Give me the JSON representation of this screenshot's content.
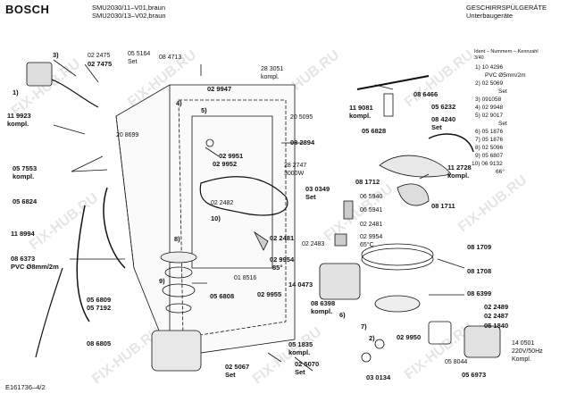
{
  "header": {
    "brand": "BOSCH",
    "models": [
      "SMU2030/11–V01,braun",
      "SMU2030/13–V02,braun"
    ],
    "category": [
      "GESCHIRRSPÜLGERÄTE",
      "Unterbaugeräte"
    ]
  },
  "ident": {
    "title": "Ident – Nummern – Kennzahl",
    "code": "3/40",
    "lines": [
      "1)  10 4296",
      "PVC  Ø5mm/2m",
      "2)  02 5069",
      "Set",
      "3)  091058",
      "4)  02 9948",
      "5)  02 9017",
      "Set",
      "6)  05 1876",
      "7)  05 1876",
      "8)  02 5096",
      "9)  05 6807",
      "10)  06 9132",
      "66°"
    ]
  },
  "parts": {
    "p02_2475": "02 2475",
    "p02_7475": "02 7475",
    "p05_5164": "05 5164",
    "set1": "Set",
    "p08_4713": "08 4713",
    "p28_3051": "28 3051",
    "kompl1": "kompl.",
    "p02_9947": "02 9947",
    "p11_9923": "11 9923",
    "kompl2": "kompl.",
    "p20_8699": "20 8699",
    "p20_5095": "20 5095",
    "p08_2894": "08 2894",
    "p02_9951": "02 9951",
    "p02_9952": "02 9952",
    "p28_2747": "28 2747",
    "w3000": "3000W",
    "p05_7553": "05 7553",
    "kompl3": "kompl.",
    "p05_6824": "05 6824",
    "p03_0349": "03 0349",
    "set2": "Set",
    "p02_2482": "02 2482",
    "p11_8994": "11 8994",
    "p02_2481a": "02 2481",
    "p02_2483": "02 2483",
    "p02_9954a": "02 9954",
    "deg85": "85°",
    "p08_6373": "08 6373",
    "pvc8": "PVC Ø8mm/2m",
    "p01_8516": "01 8516",
    "p14_0473": "14 0473",
    "p05_6809": "05 6809",
    "p05_7192": "05 7192",
    "p05_6808": "05 6808",
    "p02_9955": "02 9955",
    "p08_6398": "08 6398",
    "kompl4": "kompl.",
    "p08_6805": "08 6805",
    "p02_5067": "02 5067",
    "set3": "Set",
    "p05_1835": "05 1835",
    "kompl5": "kompl.",
    "p02_5070": "02 5070",
    "set4": "Set",
    "p03_0134": "03 0134",
    "p08_6466": "08 6466",
    "p11_9081": "11 9081",
    "kompl6": "kompl.",
    "p05_6232": "05 6232",
    "p05_6828": "05 6828",
    "p08_4240": "08 4240",
    "set5": "Set",
    "p08_1712": "08 1712",
    "p11_2728": "11 2728",
    "kompl7": "kompl.",
    "p08_1711": "08 1711",
    "p06_5940": "06 5940",
    "p06_5941": "06 5941",
    "p02_2481b": "02 2481",
    "p02_9954b": "02 9954",
    "deg65": "65°C",
    "p08_1709": "08 1709",
    "p08_1708": "08 1708",
    "p08_6399": "08 6399",
    "p02_2489": "02 2489",
    "p02_2487": "02 2487",
    "p05_1840": "05 1840",
    "p02_9950": "02 9950",
    "p14_0501": "14 0501",
    "v220": "220V/50Hz",
    "kompl8": "Kompl.",
    "p05_8044": "05 8044",
    "p05_6973": "05 6973"
  },
  "callouts": [
    "1)",
    "2)",
    "3)",
    "4)",
    "5)",
    "6)",
    "7)",
    "8)",
    "9)",
    "10)"
  ],
  "footer": "E161736–4/2",
  "watermark": "FIX-HUB.RU"
}
